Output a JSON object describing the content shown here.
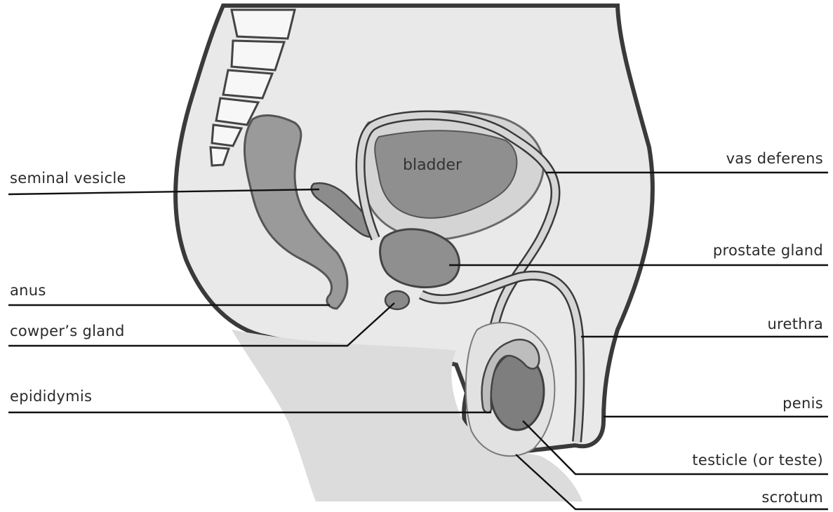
{
  "labels": {
    "bladder": "bladder",
    "seminal_vesicle": "seminal vesicle",
    "anus": "anus",
    "cowpers_gland": "cowper’s gland",
    "epididymis": "epididymis",
    "vas_deferens": "vas deferens",
    "prostate_gland": "prostate gland",
    "urethra": "urethra",
    "penis": "penis",
    "testicle": "testicle (or teste)",
    "scrotum": "scrotum"
  },
  "colors": {
    "skin": "#e6e6e6",
    "skin_shadow": "#cfcfcf",
    "organ": "#8f8f8f",
    "organ_light": "#b5b5b5",
    "outline": "#3a3a3a",
    "leader": "#111111"
  }
}
